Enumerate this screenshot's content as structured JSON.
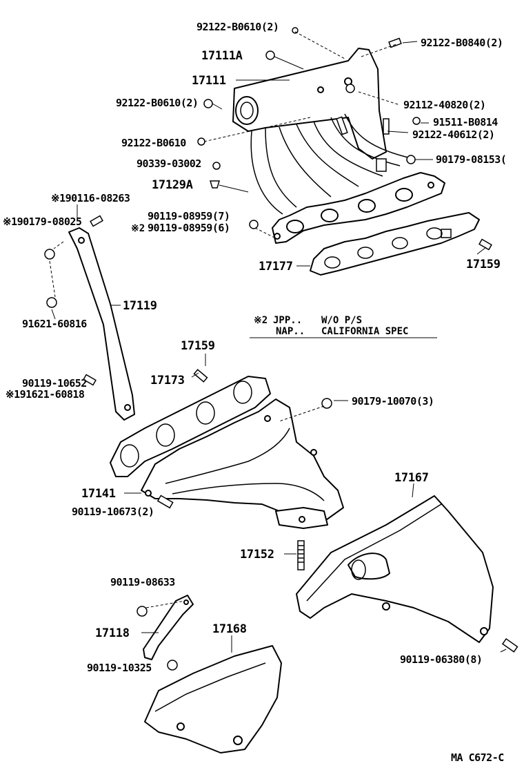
{
  "labels": {
    "p_92122_b0610_top": "92122-B0610(2)",
    "p_92122_b0840": "92122-B0840(2)",
    "p_17111a": "17111A",
    "p_17111": "17111",
    "p_92122_b0610_mid": "92122-B0610(2)",
    "p_92112_40820": "92112-40820(2)",
    "p_91511_b0814": "91511-B0814",
    "p_92122_40612": "92122-40612(2)",
    "p_92122_b0610_low": "92122-B0610",
    "p_90179_08153": "90179-08153(",
    "p_90339_03002": "90339-03002",
    "p_17129a": "17129A",
    "p_190116_08263": "※190116-08263",
    "p_190179_08025": "※190179-08025",
    "p_90119_08959_7": "90119-08959(7)",
    "p_90119_08959_6": "90119-08959(6)",
    "p_mark2": "※2",
    "p_17177": "17177",
    "p_17159_right": "17159",
    "p_17119": "17119",
    "p_91621_60816": "91621-60816",
    "p_17159_mid": "17159",
    "p_17173": "17173",
    "p_90119_10652": "90119-10652",
    "p_191621_60818": "※191621-60818",
    "p_90179_10070": "90179-10070(3)",
    "p_17167": "17167",
    "p_17141": "17141",
    "p_90119_10673": "90119-10673(2)",
    "p_17152": "17152",
    "p_90119_08633": "90119-08633",
    "p_17118": "17118",
    "p_17168": "17168",
    "p_90119_10325": "90119-10325",
    "p_90119_06380": "90119-06380(8)",
    "ref_code": "MA  C672-C"
  },
  "note": {
    "mark": "※2",
    "line1_code": "JPP..",
    "line1_text": "W/O P/S",
    "line2_code": "NAP..",
    "line2_text": "CALIFORNIA SPEC"
  }
}
